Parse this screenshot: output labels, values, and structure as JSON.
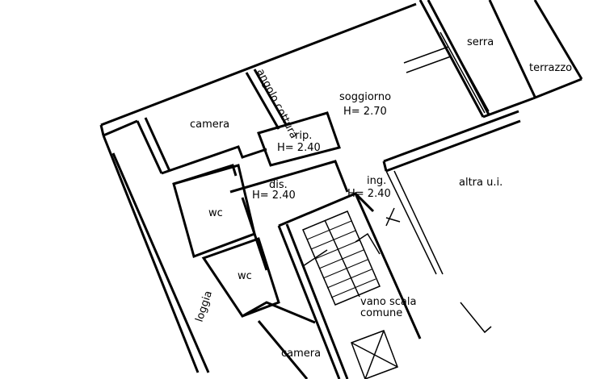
{
  "rooms": {
    "serra": "serra",
    "terrazzo": "terrazzo",
    "angolo_cottura": "angolo cottura",
    "soggiorno": "soggiorno",
    "soggiorno_h": "H= 2.70",
    "camera_top": "camera",
    "rip": "rip.",
    "rip_h": "H= 2.40",
    "ing": "ing.",
    "ing_h": "H= 2.40",
    "dis": "dis.",
    "dis_h": "H= 2.40",
    "altra_ui": "altra u.i.",
    "wc_1": "wc",
    "wc_2": "wc",
    "vano_scala": "vano scala",
    "comune": "comune",
    "loggia": "loggia",
    "camera_bottom": "camera"
  }
}
